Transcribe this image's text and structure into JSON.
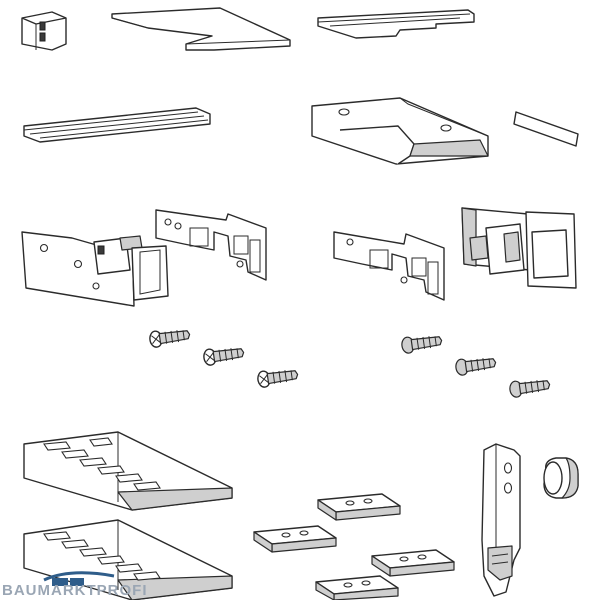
{
  "watermark": {
    "text": "BAUMARKTPROFI",
    "color": "#9aa6b4",
    "logo_color": "#2f5d8a"
  },
  "drawing": {
    "line_color": "#2b2b2b",
    "background": "#ffffff",
    "parts": [
      "end-cap",
      "flat-plate",
      "stepped-rail",
      "long-guide-rail",
      "angled-mounting-block",
      "thin-strip",
      "left-mounting-bracket",
      "left-side-plate",
      "right-side-plate",
      "right-mounting-bracket",
      "screw",
      "slotted-ramp-plate",
      "square-pad",
      "hook-bracket",
      "round-bumper"
    ]
  }
}
